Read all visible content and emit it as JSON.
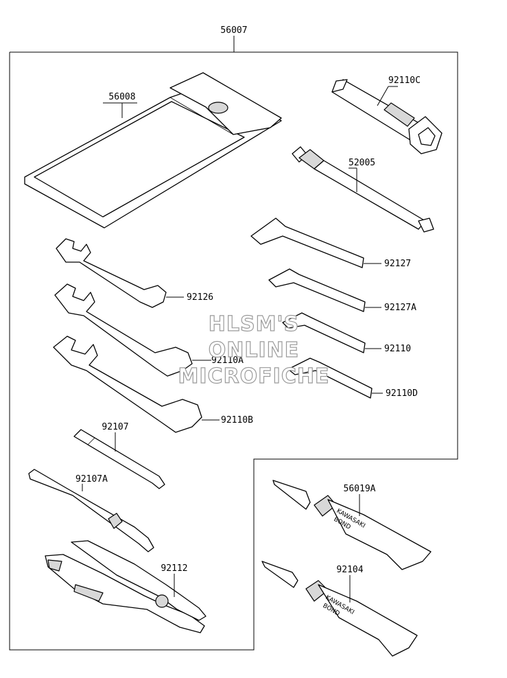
{
  "watermark": {
    "line1": "HLSM'S",
    "line2": "ONLINE",
    "line3": "MICROFICHE"
  },
  "assembly_label": "56007",
  "parts": {
    "pouch": "56008",
    "socket_wrench": "92110C",
    "screwdriver_handle": "52005",
    "hex_wrench_1": "92127",
    "hex_wrench_2": "92127A",
    "hex_wrench_3": "92110",
    "hex_wrench_4": "92110D",
    "open_wrench_small": "92126",
    "open_wrench_medium": "92110A",
    "open_wrench_large": "92110B",
    "screwdriver_bit": "92107",
    "screwdriver_double": "92107A",
    "pliers": "92112",
    "bond_tube_1": "56019A",
    "bond_tube_2": "92104"
  },
  "tube_print": {
    "line1": "KAWASAKI",
    "line2": "BOND"
  }
}
